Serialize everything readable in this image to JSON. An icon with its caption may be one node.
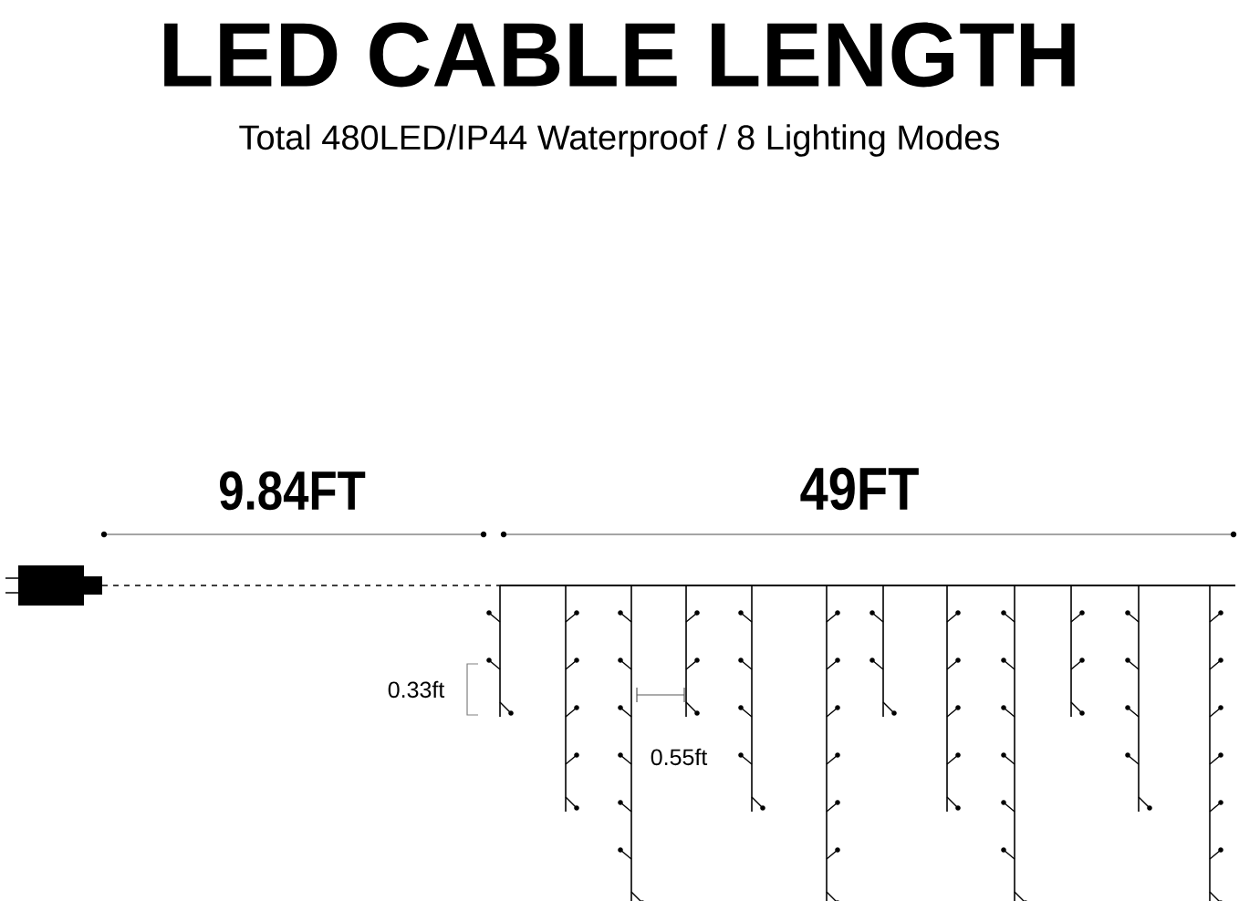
{
  "diagram": {
    "title": "LED CABLE LENGTH",
    "labels": [
      "Total 480LED/IP44 Waterproof / 8 Lighting Modes",
      "9.84FT",
      "49FT",
      "0.33ft",
      "0.55ft"
    ]
  }
}
